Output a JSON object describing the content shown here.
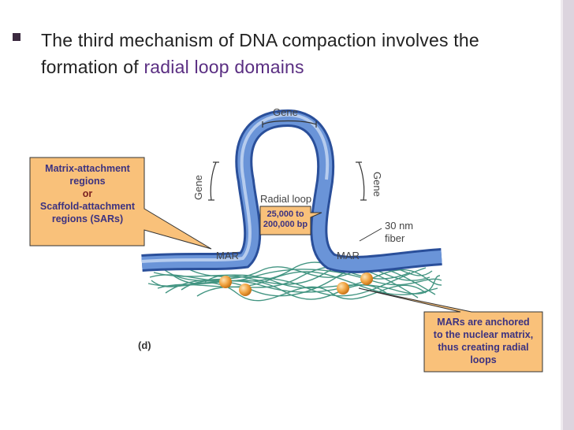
{
  "slide": {
    "title_part1": "The third mechanism of DNA compaction involves the formation of ",
    "title_highlight": "radial loop domains"
  },
  "diagram": {
    "gene_top": "Gene",
    "gene_left": "Gene",
    "gene_right": "Gene",
    "radial_loop": "Radial loop",
    "fiber_line1": "30 nm",
    "fiber_line2": "fiber",
    "mar_left": "MAR",
    "mar_right": "MAR",
    "panel_label": "(d)"
  },
  "callouts": {
    "left_line1": "Matrix-attachment",
    "left_line2": "regions",
    "left_or": "or",
    "left_line3": "Scaffold-attachment",
    "left_line4": "regions (SARs)",
    "bp_line1": "25,000 to",
    "bp_line2": "200,000 bp",
    "right_line1": "MARs are anchored",
    "right_line2": "to the nuclear matrix,",
    "right_line3": "thus creating radial",
    "right_line4": "loops"
  },
  "colors": {
    "callout_fill": "#f9c17a",
    "callout_stroke": "#333333",
    "dna_blue": "#4a76c4",
    "matrix_green": "#2f8a75",
    "anchor_orange": "#e99a3a",
    "highlight_purple": "#5a2e82"
  }
}
